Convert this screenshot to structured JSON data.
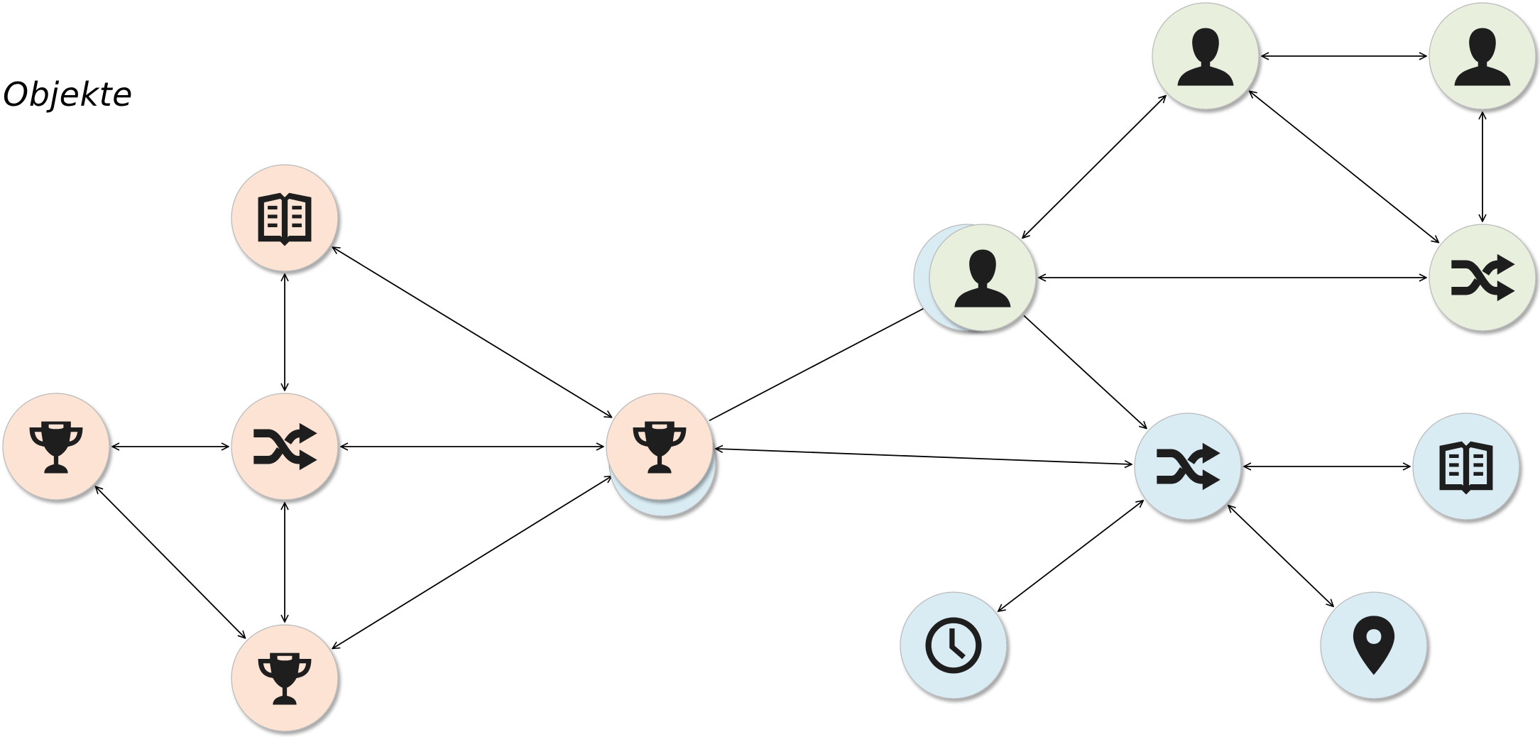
{
  "title": "Objekte",
  "colors": {
    "orange_group": "#fde3d4",
    "blue_group": "#d9ebf3",
    "green_group": "#e8efdd",
    "icon": "#1e1e1e",
    "edge": "#000000"
  },
  "nodes": [
    {
      "id": "book-left",
      "icon": "book-icon",
      "group": "orange_group"
    },
    {
      "id": "trophy-left",
      "icon": "trophy-icon",
      "group": "orange_group"
    },
    {
      "id": "shuffle-left",
      "icon": "shuffle-icon",
      "group": "orange_group"
    },
    {
      "id": "trophy-bottom",
      "icon": "trophy-icon",
      "group": "orange_group"
    },
    {
      "id": "trophy-center-back",
      "icon": "blank",
      "group": "blue_group"
    },
    {
      "id": "trophy-center",
      "icon": "trophy-icon",
      "group": "orange_group"
    },
    {
      "id": "person-mid-back",
      "icon": "person-icon",
      "group": "blue_group"
    },
    {
      "id": "person-mid",
      "icon": "person-icon",
      "group": "green_group"
    },
    {
      "id": "person-top-left",
      "icon": "person-icon",
      "group": "green_group"
    },
    {
      "id": "person-top-right",
      "icon": "person-icon",
      "group": "green_group"
    },
    {
      "id": "shuffle-green",
      "icon": "shuffle-icon",
      "group": "green_group"
    },
    {
      "id": "shuffle-blue",
      "icon": "shuffle-icon",
      "group": "blue_group"
    },
    {
      "id": "book-right",
      "icon": "book-icon",
      "group": "blue_group"
    },
    {
      "id": "clock",
      "icon": "clock-icon",
      "group": "blue_group"
    },
    {
      "id": "pin",
      "icon": "pin-icon",
      "group": "blue_group"
    }
  ],
  "edges": [
    {
      "from": "trophy-left",
      "to": "shuffle-left",
      "arrows": "both"
    },
    {
      "from": "book-left",
      "to": "shuffle-left",
      "arrows": "both"
    },
    {
      "from": "shuffle-left",
      "to": "trophy-bottom",
      "arrows": "both"
    },
    {
      "from": "trophy-left",
      "to": "trophy-bottom",
      "arrows": "both"
    },
    {
      "from": "book-left",
      "to": "trophy-center",
      "arrows": "both"
    },
    {
      "from": "shuffle-left",
      "to": "trophy-center",
      "arrows": "both"
    },
    {
      "from": "trophy-bottom",
      "to": "trophy-center",
      "arrows": "both"
    },
    {
      "from": "trophy-center",
      "to": "person-mid",
      "arrows": "end"
    },
    {
      "from": "trophy-center",
      "to": "shuffle-blue",
      "arrows": "both"
    },
    {
      "from": "person-top-left",
      "to": "person-top-right",
      "arrows": "both"
    },
    {
      "from": "person-top-left",
      "to": "person-mid",
      "arrows": "both"
    },
    {
      "from": "person-top-left",
      "to": "shuffle-green",
      "arrows": "both"
    },
    {
      "from": "person-top-right",
      "to": "shuffle-green",
      "arrows": "both"
    },
    {
      "from": "person-mid",
      "to": "shuffle-green",
      "arrows": "both"
    },
    {
      "from": "person-mid",
      "to": "shuffle-blue",
      "arrows": "end"
    },
    {
      "from": "shuffle-blue",
      "to": "book-right",
      "arrows": "both"
    },
    {
      "from": "shuffle-blue",
      "to": "clock",
      "arrows": "both"
    },
    {
      "from": "shuffle-blue",
      "to": "pin",
      "arrows": "both"
    }
  ]
}
